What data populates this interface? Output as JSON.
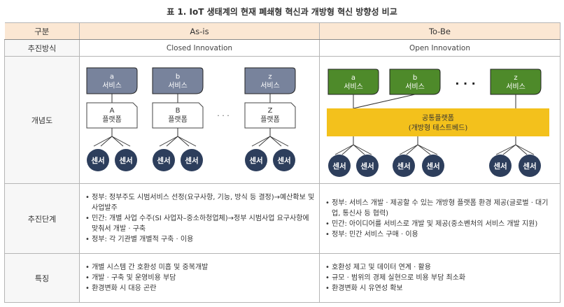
{
  "title": "표 1. IoT 생태계의 현재 폐쇄형 혁신과 개방형 혁신 방향성 비교",
  "headers": {
    "category": "구분",
    "asis": "As-is",
    "tobe": "To-Be"
  },
  "rows": {
    "method": {
      "label": "추진방식",
      "asis": "Closed Innovation",
      "tobe": "Open Innovation"
    },
    "concept": {
      "label": "개념도"
    },
    "stage": {
      "label": "추진단계",
      "asis": [
        "정부: 정부주도 시범서비스 선정(요구사항, 기능, 방식 등 결정)→예산확보 및 사업발주",
        "민간: 개별 사업 수주(SI 사업자–중소하청업체)→정부 시범사업 요구사항에 맞춰서 개발 · 구축",
        "정부: 각 기관별 개별적 구축 · 이용"
      ],
      "tobe": [
        "정부: 서비스 개발 · 제공할 수 있는 개방형 플랫폼 환경 제공(글로벌 · 대기업, 통신사 등 협력)",
        "민간: 아이디어를 서비스로 개발 및 제공(중소벤처의 서비스 개발 지원)",
        "정부: 민간 서비스 구매 · 이용"
      ]
    },
    "features": {
      "label": "특징",
      "asis": [
        "개별 시스템 간 호환성 미흡 및 중복개발",
        "개발 · 구축 및 운영비용 부담",
        "환경변화 시 대응 곤란"
      ],
      "tobe": [
        "호환성 제고 및 데이터 연계 · 활용",
        "규모 · 범위의 경제 실현으로 비용 부담 최소화",
        "환경변화 시 유연성 확보"
      ]
    }
  },
  "diagram_asis": {
    "services": [
      {
        "letter": "a",
        "word": "서비스"
      },
      {
        "letter": "b",
        "word": "서비스"
      },
      {
        "letter": "z",
        "word": "서비스"
      }
    ],
    "platforms": [
      {
        "letter": "A",
        "word": "플랫폼"
      },
      {
        "letter": "B",
        "word": "플랫폼"
      },
      {
        "letter": "Z",
        "word": "플랫폼"
      }
    ],
    "ellipsis": "· · ·",
    "sensor": "센서"
  },
  "diagram_tobe": {
    "services": [
      {
        "letter": "a",
        "word": "서비스"
      },
      {
        "letter": "b",
        "word": "서비스"
      },
      {
        "letter": "z",
        "word": "서비스"
      }
    ],
    "ellipsis": "· · ·",
    "platform_line1": "공통플랫폼",
    "platform_line2": "(개방형 테스트베드)",
    "sensor": "센서"
  },
  "colors": {
    "header_bg": "#fbe7d3",
    "label_bg": "#f7f7f7",
    "asis_service": "#78839c",
    "tobe_service": "#4e8a2a",
    "common_platform": "#f3c11c",
    "sensor": "#2d3e5c"
  }
}
